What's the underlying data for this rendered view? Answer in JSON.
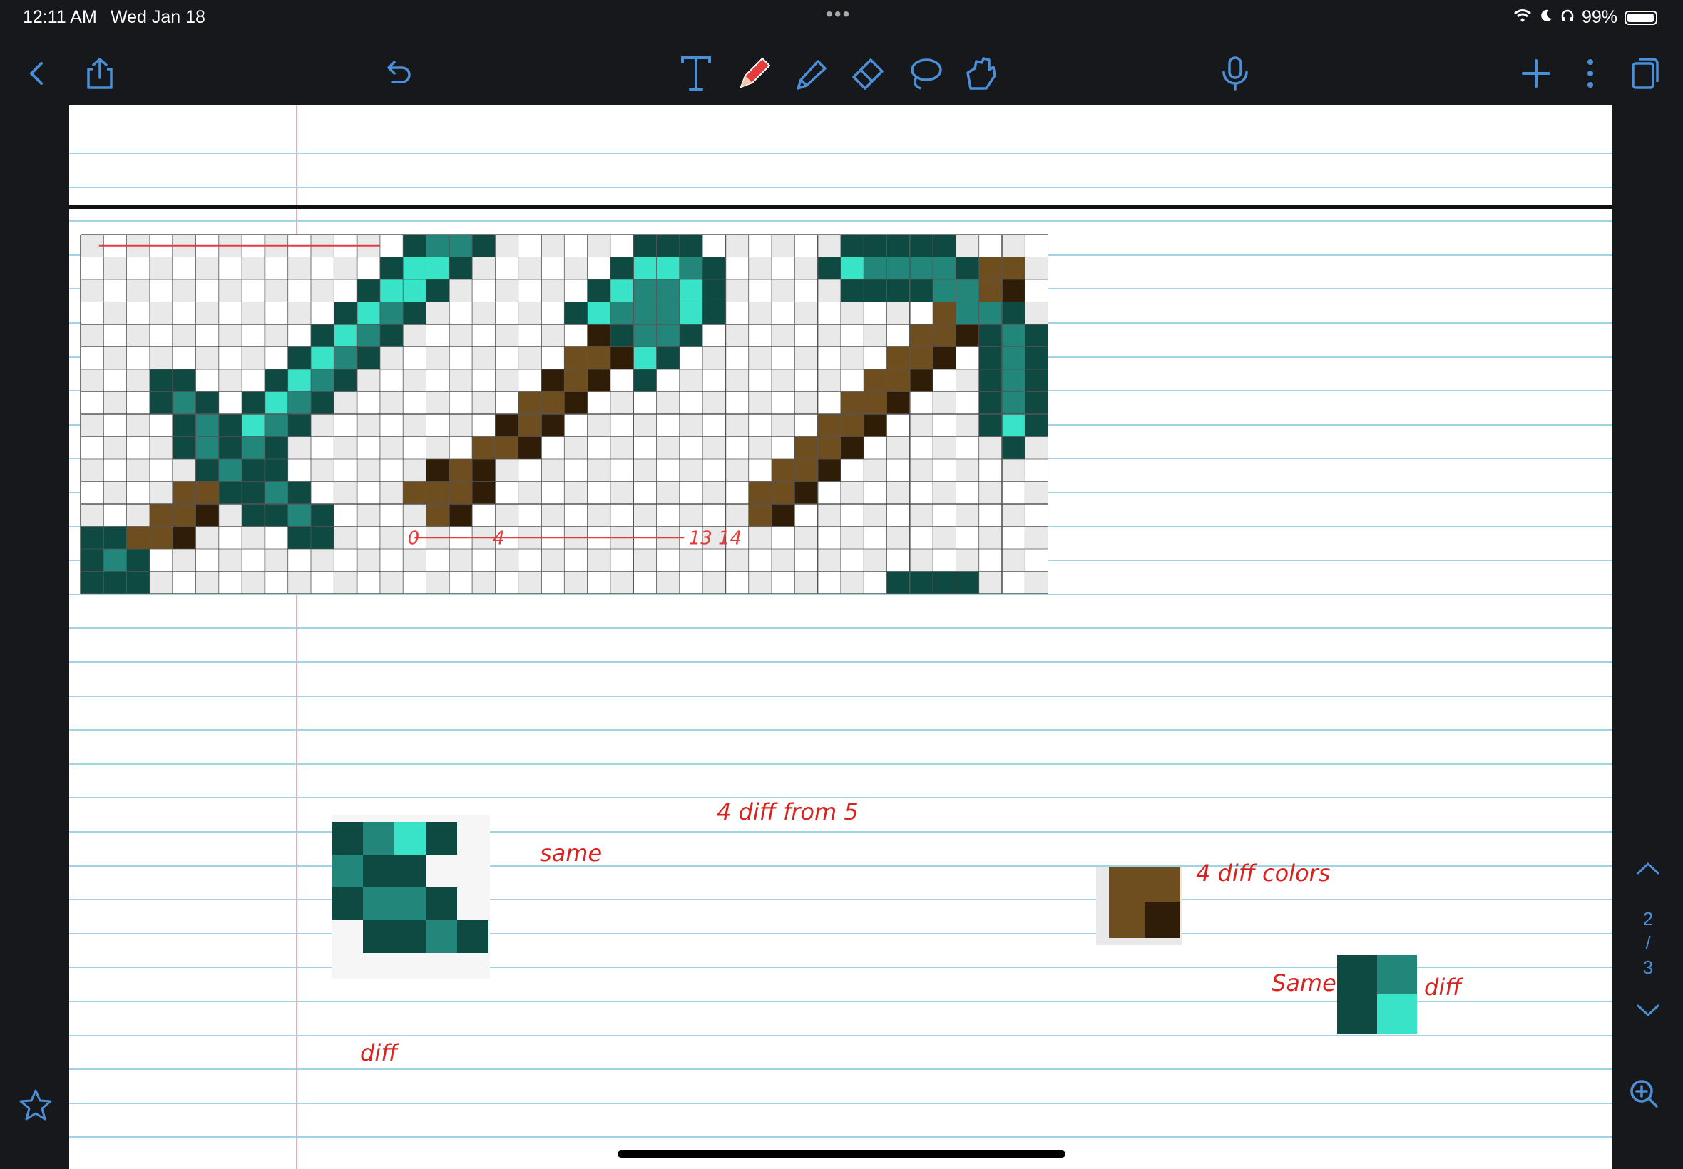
{
  "status_bar": {
    "time": "12:11 AM",
    "date": "Wed Jan 18",
    "battery": "99%",
    "more_dots": "•••"
  },
  "toolbar": {
    "icons": [
      "back-icon",
      "share-icon",
      "undo-icon",
      "text-tool-icon",
      "pen-tool-icon",
      "highlighter-tool-icon",
      "eraser-tool-icon",
      "lasso-tool-icon",
      "shape-tool-icon",
      "microphone-icon",
      "add-icon",
      "more-icon",
      "pages-icon"
    ],
    "accent": "#4a8fd8",
    "pen_color": "#e63b3b"
  },
  "notebook": {
    "paper_color": "#ffffff",
    "rule_color": "#9fd4e4",
    "margin_color": "#f3a8b8",
    "annotations": {
      "diff_from": "4 diff from 5",
      "same_label": "same",
      "diff_label": "diff",
      "four_diff_colors": "4 diff colors",
      "same_label_2": "Same",
      "diff_label_2": "diff",
      "arrow_start": "0",
      "arrow_mid": "4",
      "arrow_end": "13 14"
    },
    "palette": {
      "c1": "#2f1d08",
      "c2": "#6e4d1e",
      "c3": "#0f4a42",
      "c4": "#22877a",
      "c5": "#38e3c7",
      "empty_checker": "#e9e9e9"
    }
  },
  "side_nav": {
    "page_current": "2",
    "page_sep": "/",
    "page_total": "3"
  }
}
